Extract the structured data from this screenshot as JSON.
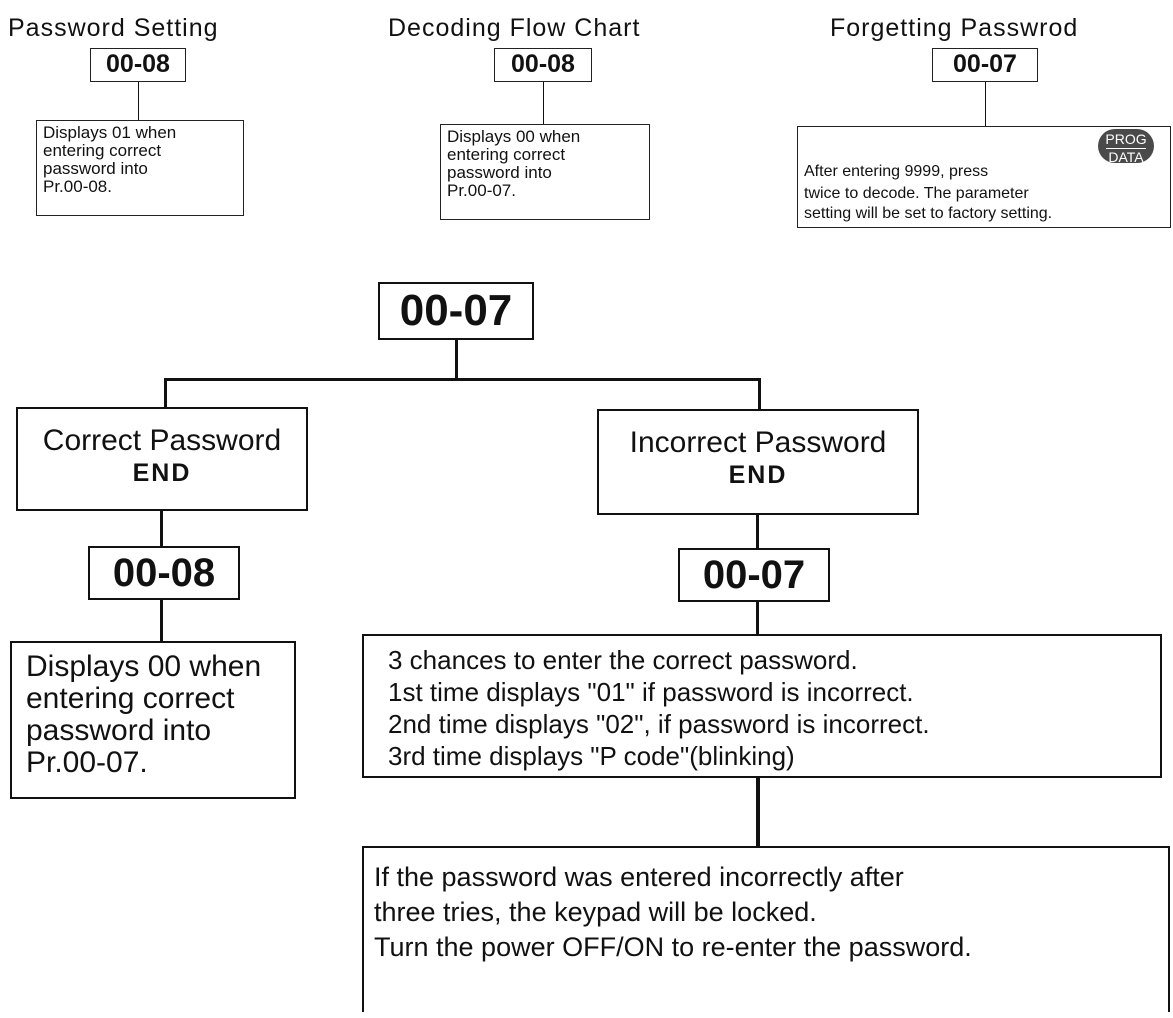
{
  "columns": {
    "password_setting": {
      "title": "Password Setting",
      "code": "00-08",
      "note": [
        "Displays 01 when",
        "entering correct",
        "password into",
        "Pr.00-08."
      ]
    },
    "decoding": {
      "title": "Decoding Flow Chart",
      "code": "00-08",
      "note": [
        "Displays 00 when",
        "entering correct",
        "password into",
        "Pr.00-07."
      ]
    },
    "forgetting": {
      "title": "Forgetting Passwrod",
      "code": "00-07",
      "note_line1": "After entering 9999, press",
      "note_line2": "twice to decode. The parameter",
      "note_line3": "setting will be set to factory setting.",
      "button_top": "PROG",
      "button_bottom": "DATA"
    }
  },
  "flow": {
    "root_code": "00-07",
    "correct": {
      "label": "Correct Password",
      "end": "END",
      "code": "00-08",
      "note": [
        "Displays 00 when",
        "entering correct",
        "password into",
        "Pr.00-07."
      ]
    },
    "incorrect": {
      "label": "Incorrect Password",
      "end": "END",
      "code": "00-07",
      "note": [
        "3 chances to enter the correct password.",
        "1st time displays \"01\" if password is incorrect.",
        "2nd time displays \"02\", if password is incorrect.",
        "3rd time displays \"P code\"(blinking)"
      ]
    },
    "lock_note": [
      "If the password was entered incorrectly after",
      "three tries, the keypad will be locked.",
      "Turn the power OFF/ON to re-enter the password."
    ]
  }
}
